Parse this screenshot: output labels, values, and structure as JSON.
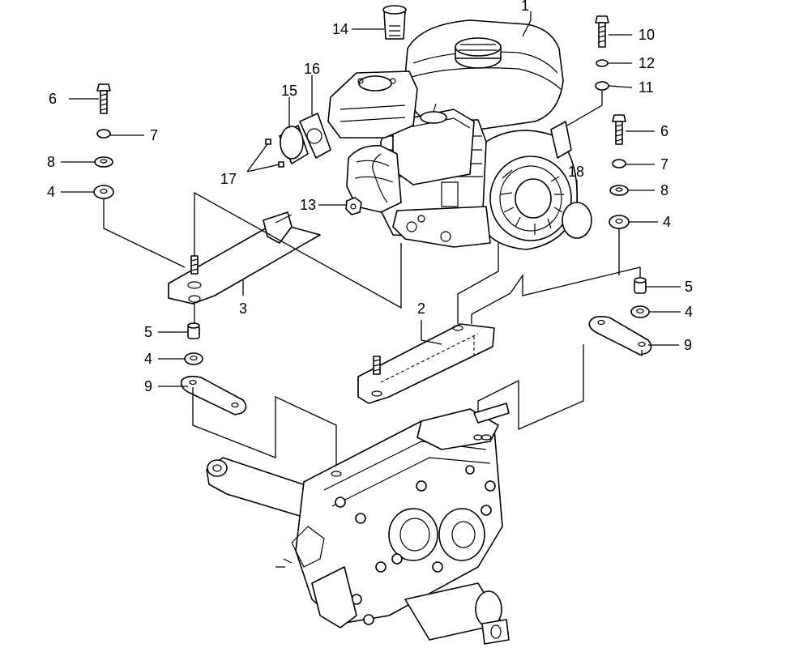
{
  "callouts": {
    "c1": "1",
    "c2": "2",
    "c3": "3",
    "c4a": "4",
    "c4b": "4",
    "c4c": "4",
    "c4d": "4",
    "c5a": "5",
    "c5b": "5",
    "c6a": "6",
    "c6b": "6",
    "c7a": "7",
    "c7b": "7",
    "c8a": "8",
    "c8b": "8",
    "c9a": "9",
    "c9b": "9",
    "c10": "10",
    "c11": "11",
    "c12": "12",
    "c13": "13",
    "c14": "14",
    "c15": "15",
    "c16": "16",
    "c17": "17",
    "c18": "18"
  }
}
